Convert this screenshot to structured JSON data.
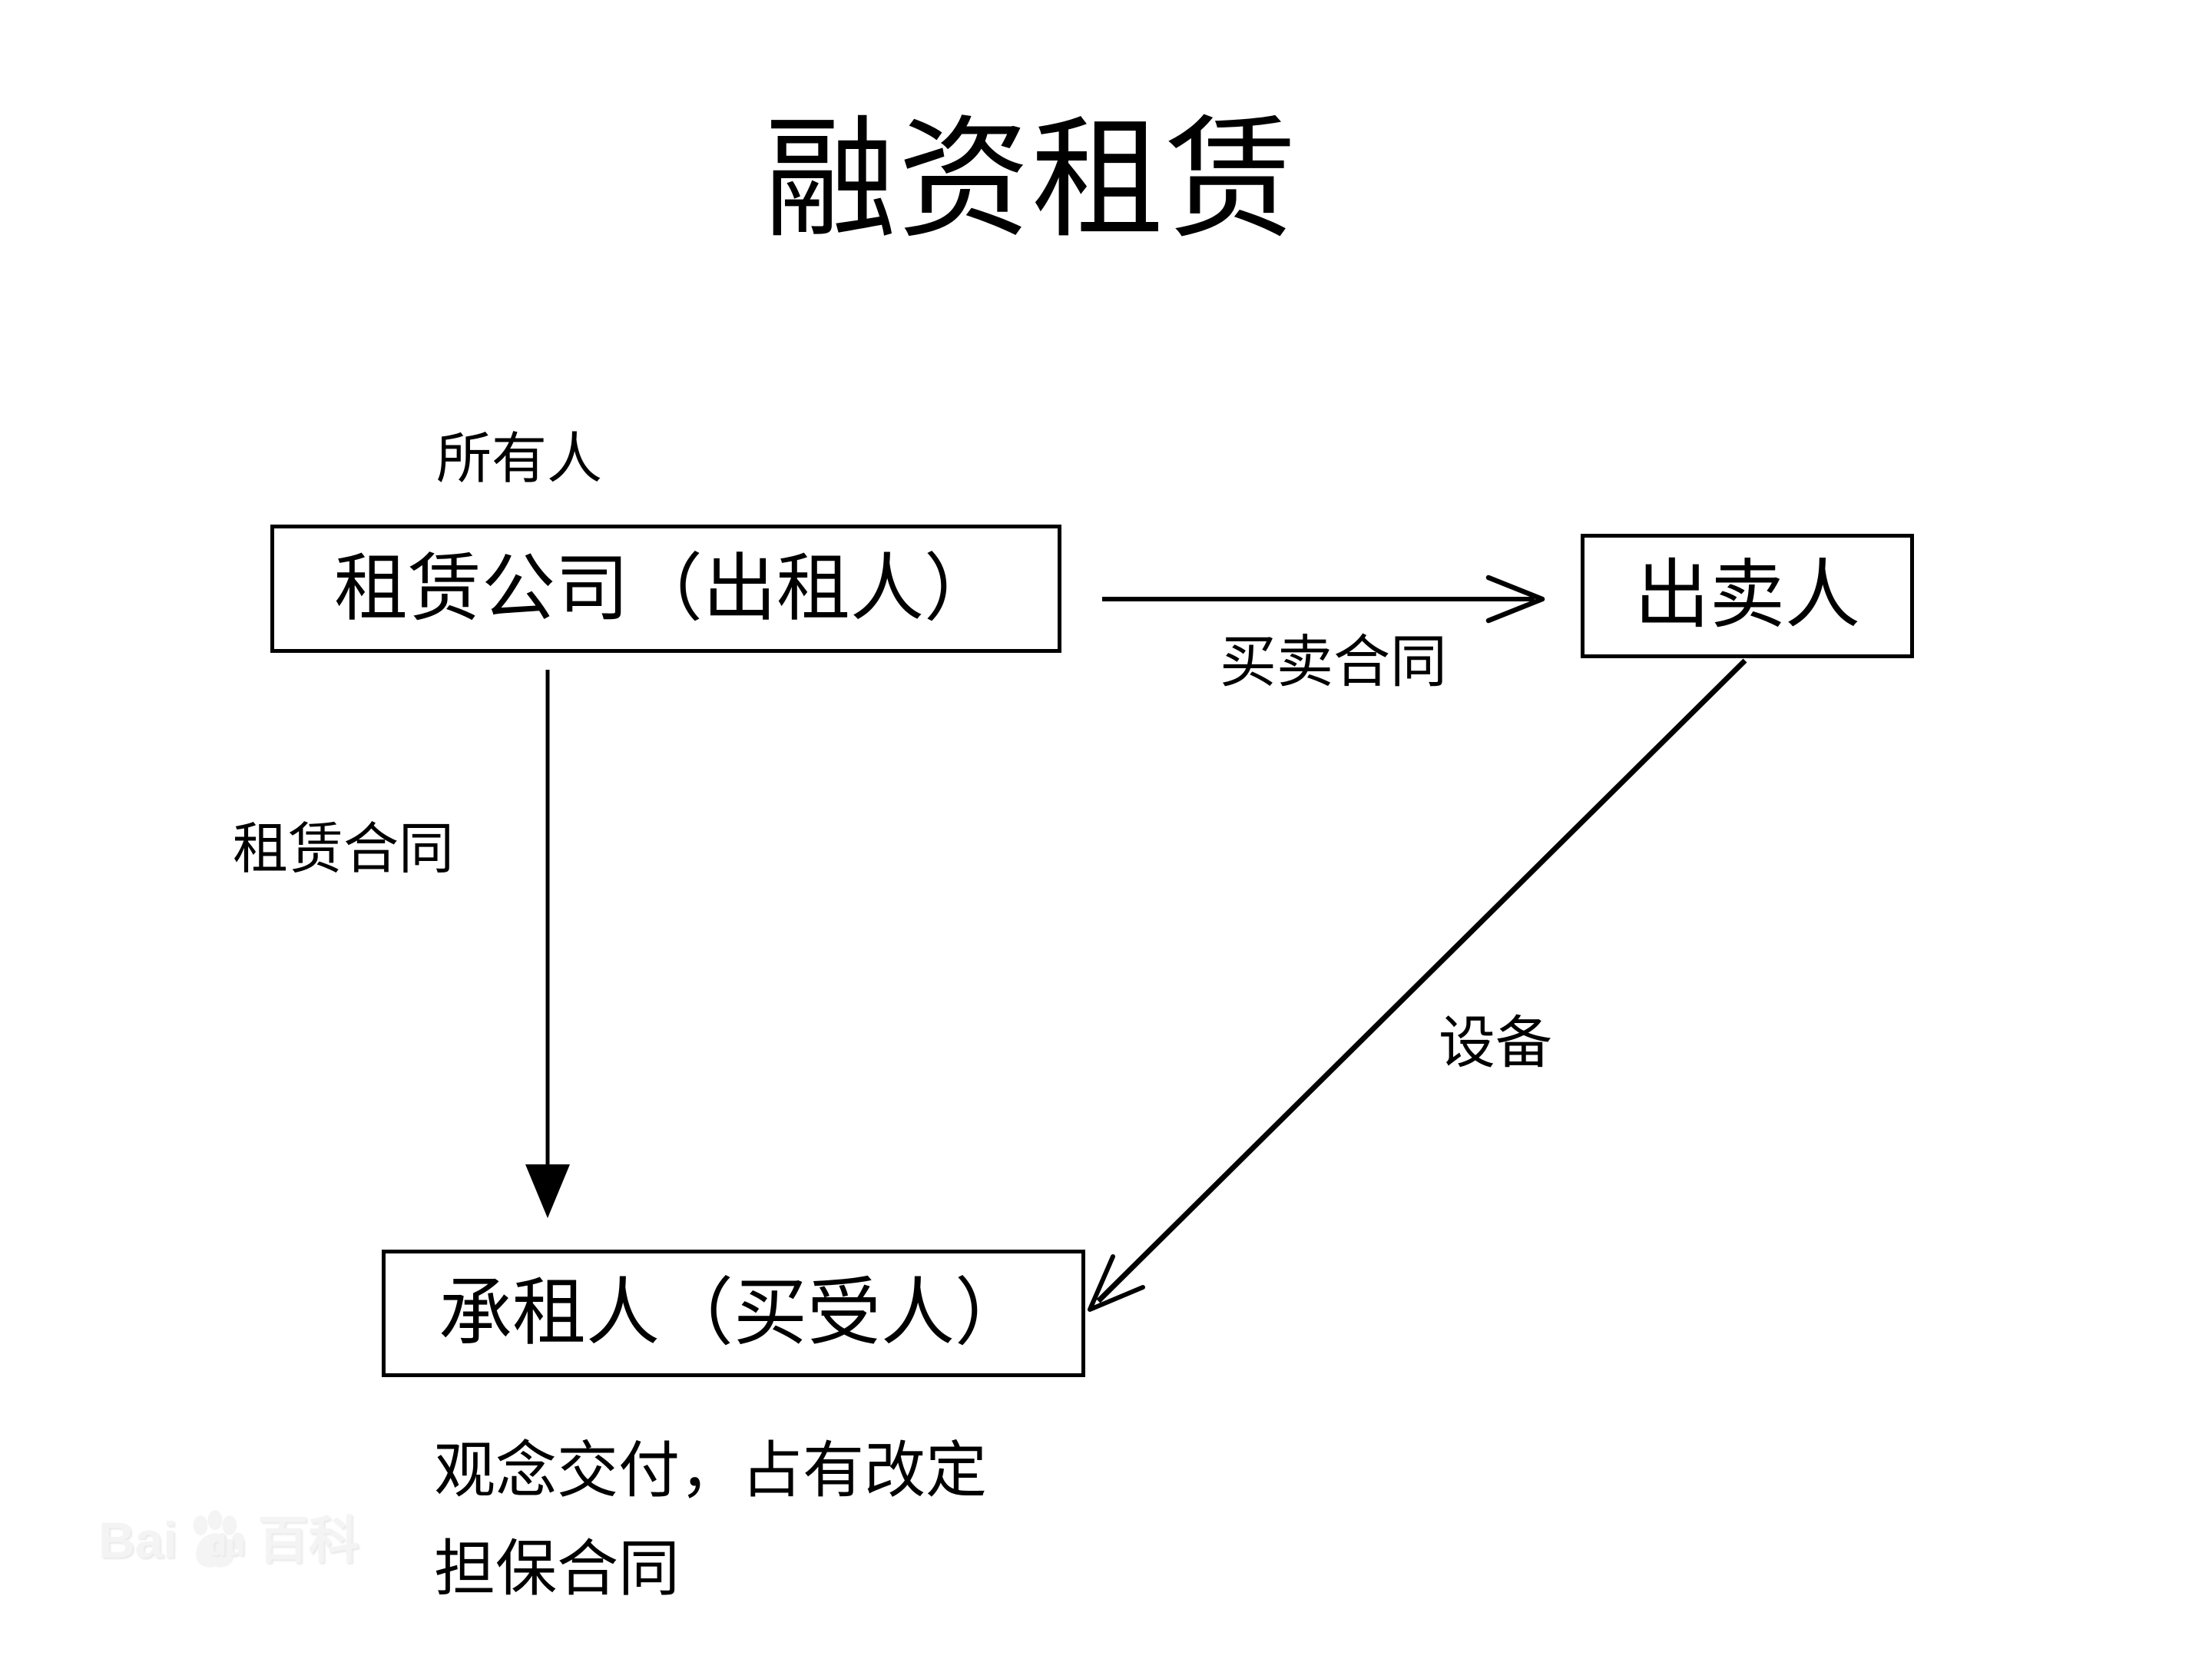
{
  "page": {
    "title": "融资租赁"
  },
  "diagram": {
    "owner_label": "所有人",
    "nodes": [
      {
        "id": "lessor",
        "label": "租赁公司（出租人）"
      },
      {
        "id": "seller",
        "label": "出卖人"
      },
      {
        "id": "lessee",
        "label": "承租人（买受人）"
      }
    ],
    "edges": [
      {
        "from": "lessor",
        "to": "seller",
        "label": "买卖合同"
      },
      {
        "from": "lessor",
        "to": "lessee",
        "label": "租赁合同"
      },
      {
        "from": "seller",
        "to": "lessee",
        "label": "设备"
      }
    ],
    "notes": [
      "观念交付，占有改定",
      "担保合同"
    ]
  },
  "watermark": {
    "latin": "Bai",
    "du": "du",
    "cjk": "百科"
  },
  "colors": {
    "ink": "#000000",
    "background": "#ffffff",
    "watermark": "#f4f4f4"
  }
}
